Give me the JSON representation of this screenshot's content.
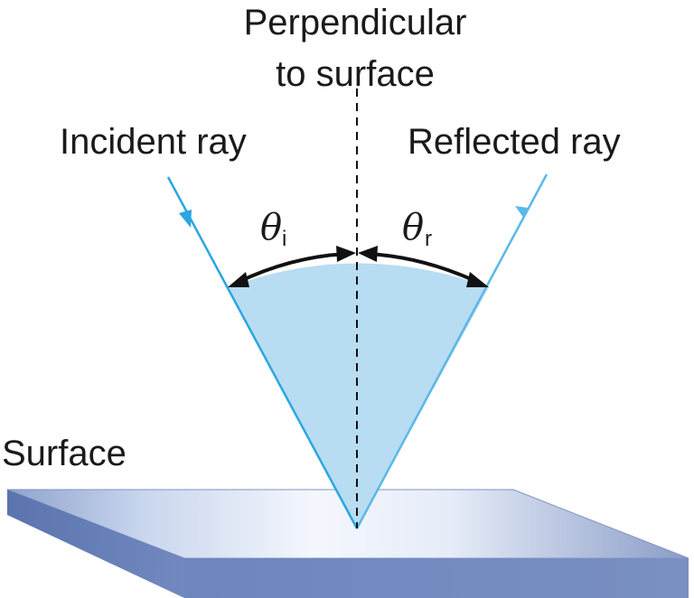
{
  "labels": {
    "perpendicular_line1": "Perpendicular",
    "perpendicular_line2": "to surface",
    "incident": "Incident ray",
    "reflected": "Reflected ray",
    "surface": "Surface",
    "theta_symbol": "θ",
    "theta_i_sub": "i",
    "theta_r_sub": "r"
  },
  "colors": {
    "ray": "#2aa6e0",
    "wedge_fill": "#b8dcf2",
    "surface_top_light": "#f2f6fc",
    "surface_top_dark": "#8c9ec8",
    "surface_front": "#6e87be",
    "arrow": "#111111",
    "normal_line": "#111111"
  }
}
